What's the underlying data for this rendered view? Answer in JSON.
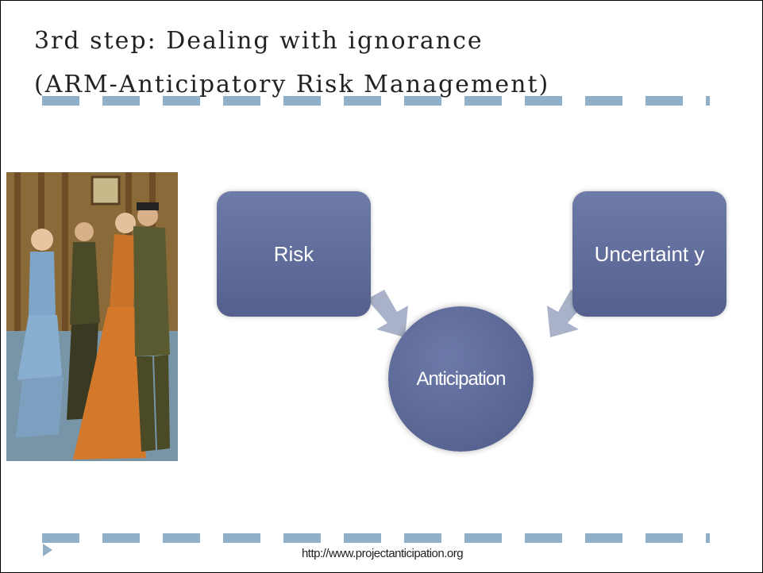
{
  "slide": {
    "title_line1": "3rd step: Dealing with ignorance",
    "title_line2": "(ARM-Anticipatory Risk Management)",
    "url": "http://www.projectanticipation.org"
  },
  "diagram": {
    "risk_label": "Risk",
    "uncertainty_label": "Uncertaint y",
    "center_label": "Anticipation"
  },
  "colors": {
    "box_fill": "#5d6897",
    "arrow_fill": "#a9b2c8",
    "dash_accent": "#8fb0c8",
    "nav_triangle": "#8fb0c8"
  },
  "icons": {
    "nav": "play-triangle-icon",
    "photo": "dancing-couples-illustration"
  }
}
